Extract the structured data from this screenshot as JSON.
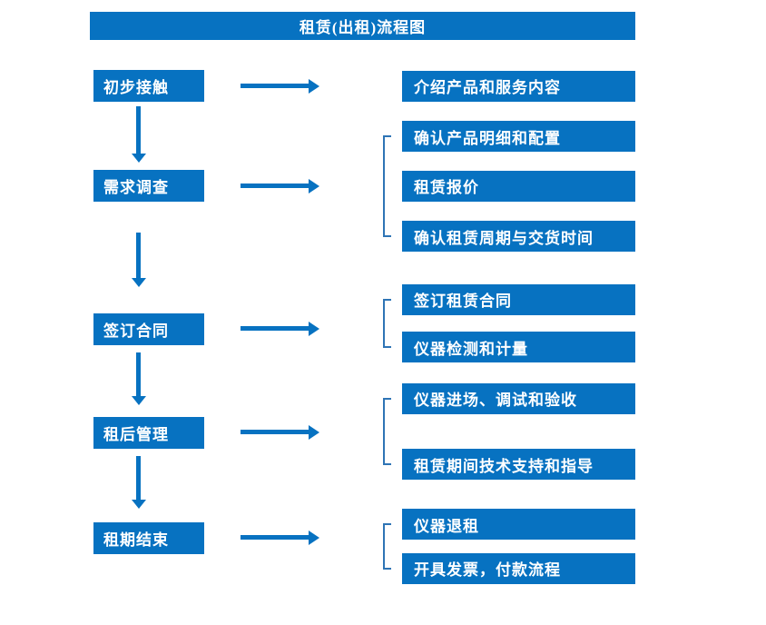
{
  "title": "租赁(出租)流程图",
  "colors": {
    "primary_blue": "#0772C1",
    "bracket_blue": "#2E74B5",
    "text_white": "#FFFFFF",
    "background": "#FFFFFF"
  },
  "stages": [
    {
      "label": "初步接触",
      "details": [
        "介绍产品和服务内容"
      ]
    },
    {
      "label": "需求调查",
      "details": [
        "确认产品明细和配置",
        "租赁报价",
        "确认租赁周期与交货时间"
      ]
    },
    {
      "label": "签订合同",
      "details": [
        "签订租赁合同",
        "仪器检测和计量"
      ]
    },
    {
      "label": "租后管理",
      "details": [
        "仪器进场、调试和验收",
        "租赁期间技术支持和指导"
      ]
    },
    {
      "label": "租期结束",
      "details": [
        "仪器退租",
        "开具发票，付款流程"
      ]
    }
  ]
}
